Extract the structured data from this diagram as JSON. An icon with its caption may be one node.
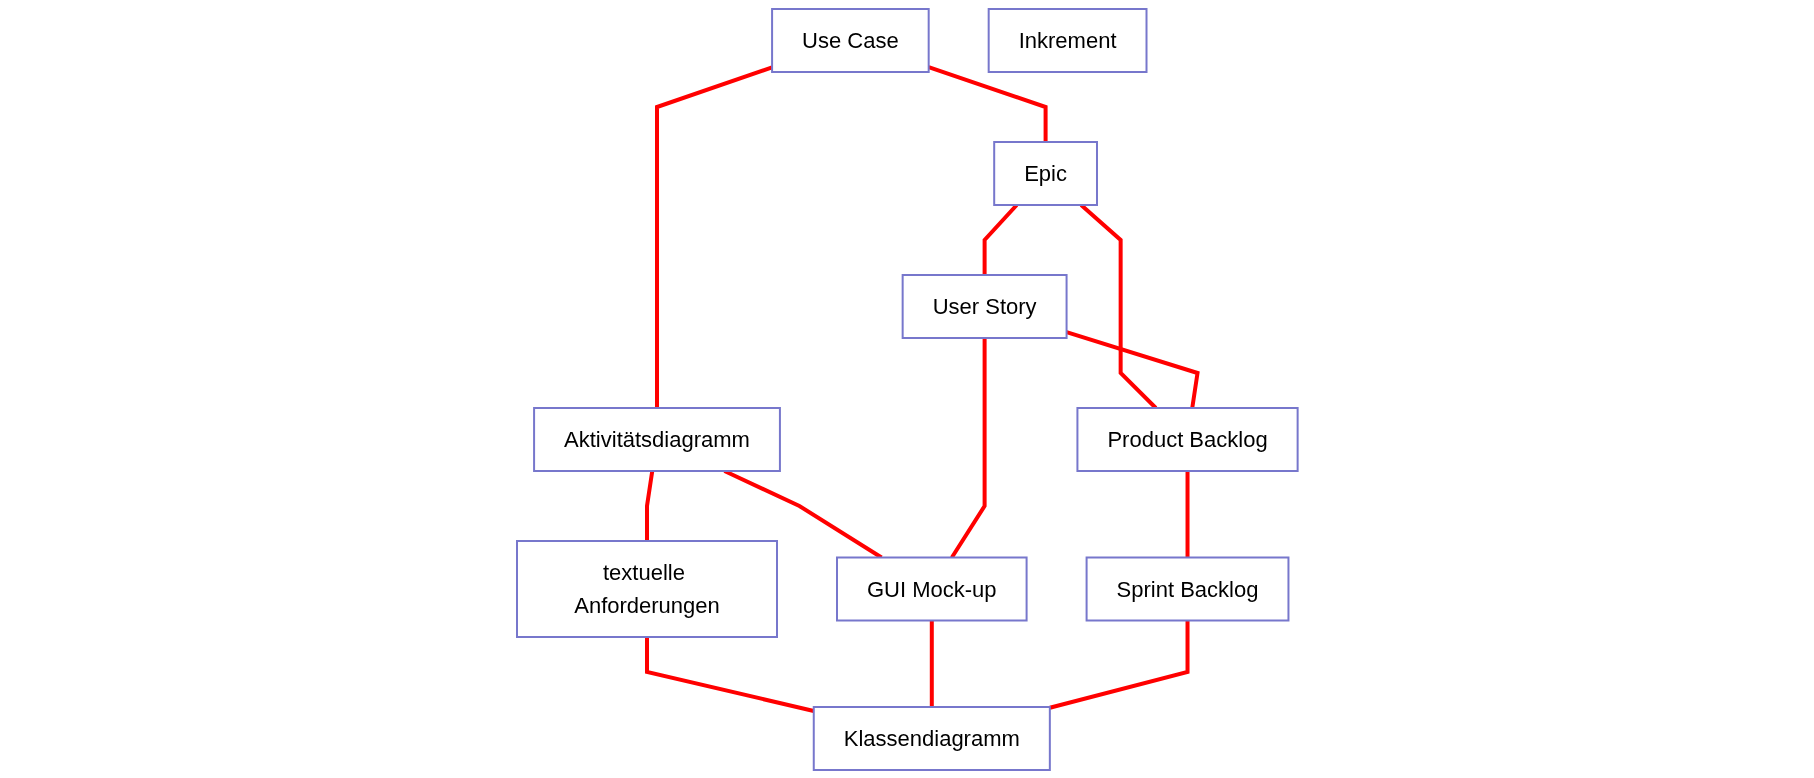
{
  "diagram": {
    "nodes": [
      {
        "text": [
          "Use Case"
        ]
      },
      {
        "text": [
          "Epic"
        ]
      },
      {
        "text": [
          "Aktivitätsdiagramm"
        ]
      },
      {
        "text": [
          "User Story"
        ]
      },
      {
        "text": [
          "Product Backlog"
        ]
      },
      {
        "text": [
          "Inkrement"
        ]
      },
      {
        "text": [
          "GUI Mock-up"
        ]
      },
      {
        "text": [
          "textuelle Anforderungen"
        ]
      },
      {
        "text": [
          "Sprint Backlog"
        ]
      },
      {
        "text": [
          "Klassendiagramm"
        ]
      }
    ],
    "edges": [
      {
        "from": 0,
        "to": 1,
        "arrow": "none"
      },
      {
        "from": 0,
        "to": 2,
        "arrow": "none"
      },
      {
        "from": 1,
        "to": 3,
        "arrow": "none"
      },
      {
        "from": 1,
        "to": 4,
        "arrow": "none"
      },
      {
        "from": 2,
        "to": 6,
        "arrow": "none"
      },
      {
        "from": 2,
        "to": 7,
        "arrow": "none"
      },
      {
        "from": 3,
        "to": 4,
        "arrow": "none"
      },
      {
        "from": 3,
        "to": 6,
        "arrow": "none"
      },
      {
        "from": 4,
        "to": 8,
        "arrow": "none"
      },
      {
        "from": 7,
        "to": 9,
        "arrow": "none"
      },
      {
        "from": 6,
        "to": 9,
        "arrow": "none"
      },
      {
        "from": 8,
        "to": 9,
        "arrow": "none"
      }
    ]
  }
}
